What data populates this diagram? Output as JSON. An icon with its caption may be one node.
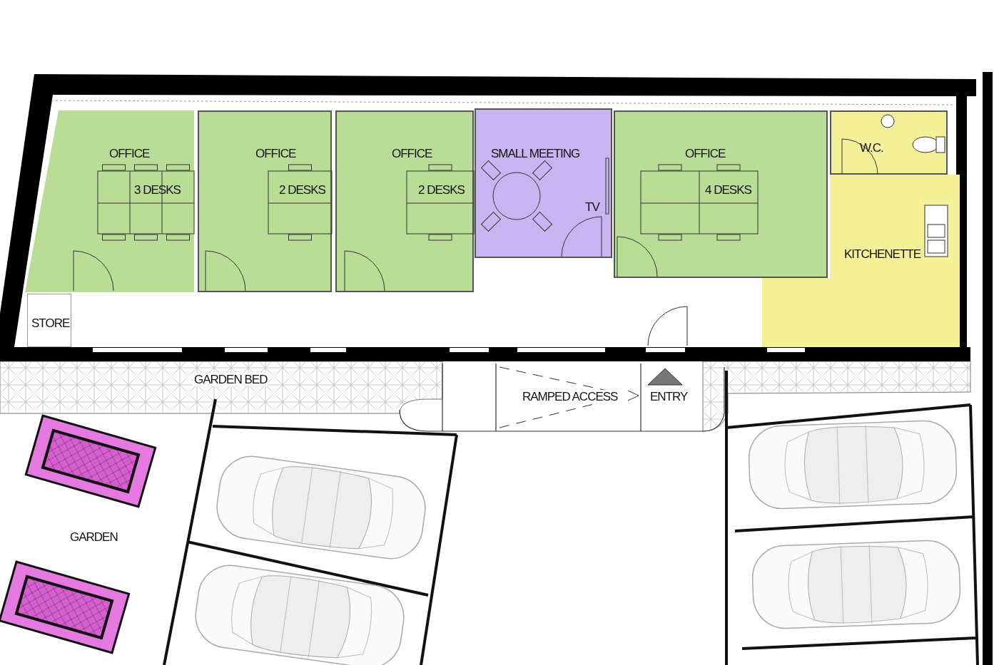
{
  "diagram": {
    "nodes": [
      {
        "text": [
          "OFFICE",
          "3 DESKS"
        ]
      },
      {
        "text": [
          "OFFICE",
          "2 DESKS"
        ]
      },
      {
        "text": [
          "OFFICE",
          "2 DESKS"
        ]
      },
      {
        "text": [
          "SMALL MEETING",
          "TV"
        ]
      },
      {
        "text": [
          "OFFICE",
          "4 DESKS"
        ]
      },
      {
        "text": [
          "W.C."
        ]
      },
      {
        "text": [
          "KITCHENETTE"
        ]
      },
      {
        "text": [
          "STORE"
        ]
      }
    ],
    "labels": [
      "GARDEN BED",
      "RAMPED ACCESS",
      "ENTRY",
      "GARDEN"
    ]
  }
}
